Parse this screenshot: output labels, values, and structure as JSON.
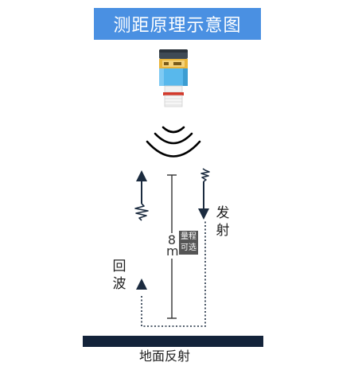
{
  "title": "测距原理示意图",
  "distance": {
    "value": "8",
    "unit": "m"
  },
  "range_badge": {
    "line1": "量程",
    "line2": "可选"
  },
  "labels": {
    "emit_1": "发",
    "emit_2": "射",
    "echo_1": "回",
    "echo_2": "波",
    "ground": "地面反射"
  },
  "colors": {
    "banner": "#4a90e2",
    "ground": "#13233a",
    "arrow": "#1b2b3f",
    "badge": "#555555",
    "sensor_body": "#58b8ec"
  }
}
